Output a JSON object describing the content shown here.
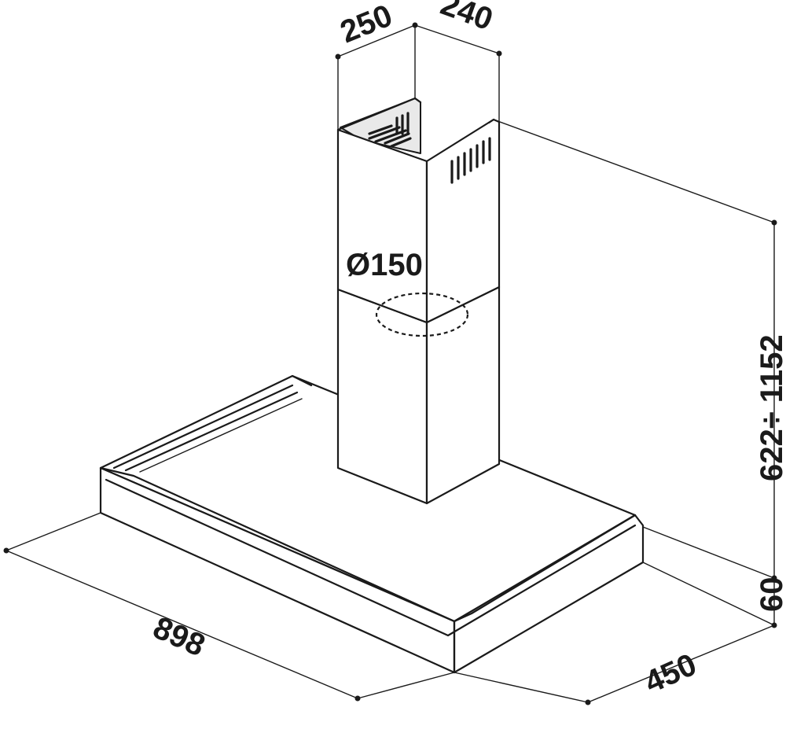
{
  "dimensions": {
    "chimney_depth": "250",
    "chimney_width": "240",
    "duct_diameter": "Ø150",
    "height_range": "622÷ 1152",
    "canopy_thickness": "60",
    "width": "898",
    "depth": "450"
  },
  "colors": {
    "line": "#1a1a1a",
    "background": "#ffffff",
    "shade": "#e9e9e9"
  }
}
